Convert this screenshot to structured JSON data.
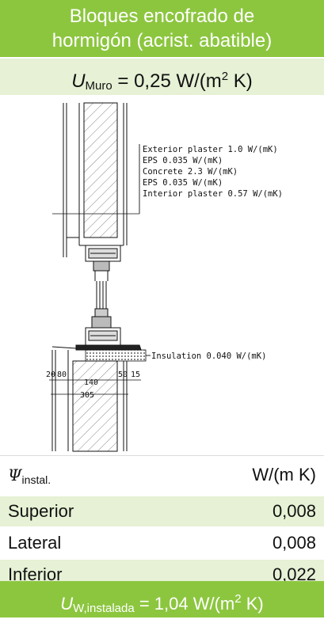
{
  "header": {
    "title_line1": "Bloques encofrado de",
    "title_line2": "hormigón (acrist. abatible)"
  },
  "umuro": {
    "symbol": "U",
    "subscript": "Muro",
    "equals_value": " = 0,25 W/(m",
    "exponent": "2",
    "closing": " K)"
  },
  "drawing": {
    "layers": [
      "Exterior plaster 1.0 W/(mK)",
      "EPS 0.035 W/(mK)",
      "Concrete 2.3 W/(mK)",
      "EPS 0.035 W/(mK)",
      "Interior plaster 0.57 W/(mK)"
    ],
    "insulation_label": "Insulation 0.040 W/(mK)",
    "dimensions": [
      "20",
      "80",
      "140",
      "50",
      "15"
    ],
    "total_dimension": "305"
  },
  "psi": {
    "symbol": "Ψ",
    "subscript": "instal.",
    "unit": "W/(m K)",
    "rows": [
      {
        "label": "Superior",
        "value": "0,008"
      },
      {
        "label": "Lateral",
        "value": "0,008"
      },
      {
        "label": "Inferior",
        "value": "0,022"
      }
    ]
  },
  "footer": {
    "symbol": "U",
    "subscript": "W,instalada",
    "equals_value": " = 1,04 W/(m",
    "exponent": "2",
    "closing": " K)"
  },
  "colors": {
    "green": "#8cc63f",
    "light_green": "#e6f1d5"
  }
}
